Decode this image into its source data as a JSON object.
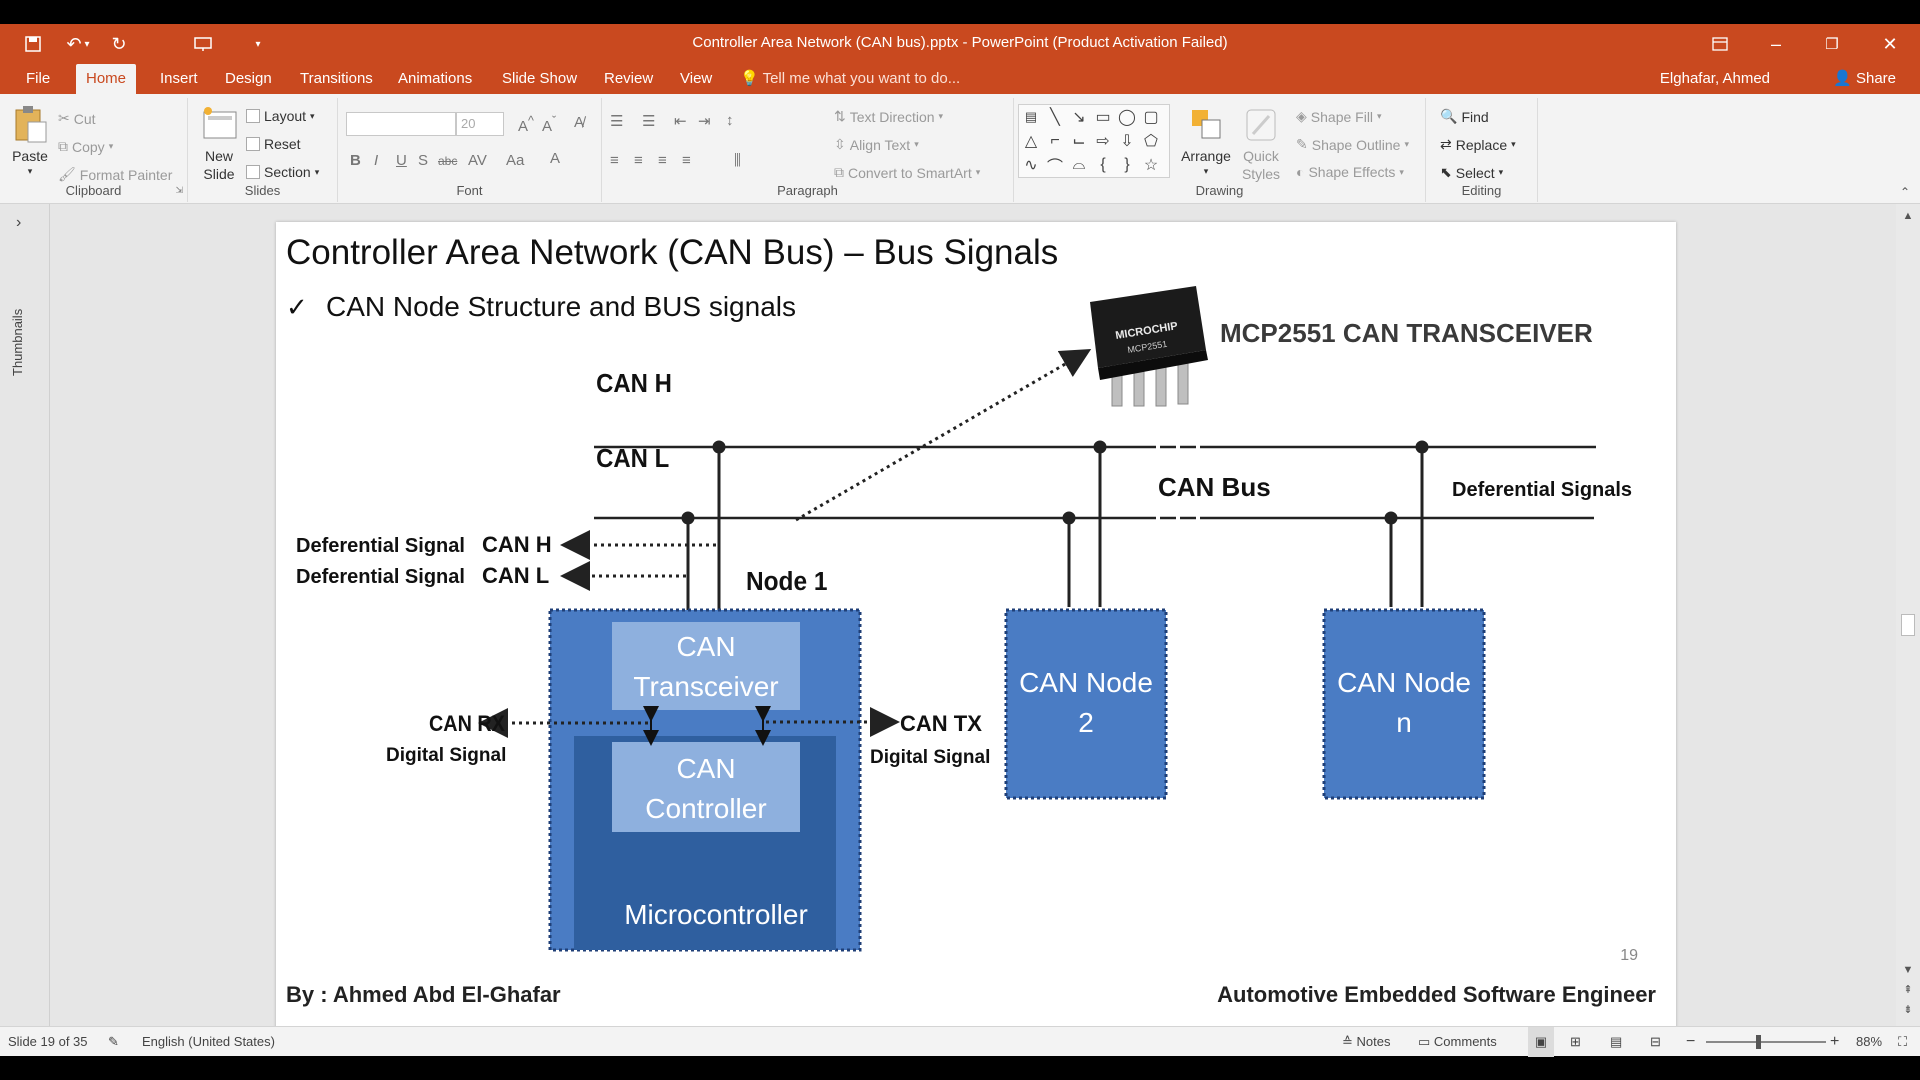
{
  "window": {
    "title": "Controller Area Network (CAN bus).pptx - PowerPoint (Product Activation Failed)"
  },
  "tabs": [
    "File",
    "Home",
    "Insert",
    "Design",
    "Transitions",
    "Animations",
    "Slide Show",
    "Review",
    "View"
  ],
  "active_tab": "Home",
  "tell_me": "Tell me what you want to do...",
  "user": "Elghafar, Ahmed",
  "share_label": "Share",
  "ribbon": {
    "clipboard": {
      "paste": "Paste",
      "cut": "Cut",
      "copy": "Copy",
      "format_painter": "Format Painter",
      "label": "Clipboard"
    },
    "slides": {
      "new_slide_1": "New",
      "new_slide_2": "Slide",
      "layout": "Layout",
      "reset": "Reset",
      "section": "Section",
      "label": "Slides"
    },
    "font": {
      "size": "20",
      "label": "Font"
    },
    "paragraph": {
      "text_direction": "Text Direction",
      "align_text": "Align Text",
      "convert_smartart": "Convert to SmartArt",
      "label": "Paragraph"
    },
    "drawing": {
      "arrange": "Arrange",
      "quick_styles_1": "Quick",
      "quick_styles_2": "Styles",
      "shape_fill": "Shape Fill",
      "shape_outline": "Shape Outline",
      "shape_effects": "Shape Effects",
      "label": "Drawing"
    },
    "editing": {
      "find": "Find",
      "replace": "Replace",
      "select": "Select",
      "label": "Editing"
    }
  },
  "rail": {
    "label": "Thumbnails"
  },
  "slide": {
    "title": "Controller Area Network (CAN Bus) – Bus Signals",
    "bullet": "CAN Node Structure and BUS signals",
    "chip_label": "MCP2551 CAN TRANSCEIVER",
    "chip_brand": "MICROCHIP",
    "chip_part": "MCP2551",
    "can_h": "CAN H",
    "can_l": "CAN L",
    "can_bus": "CAN Bus",
    "deferential_signals": "Deferential Signals",
    "diff_signal_1": "Deferential Signal",
    "diff_signal_2": "Deferential Signal",
    "can_h_small": "CAN H",
    "can_l_small": "CAN L",
    "node1": "Node 1",
    "transceiver_1": "CAN",
    "transceiver_2": "Transceiver",
    "controller_1": "CAN",
    "controller_2": "Controller",
    "microcontroller": "Microcontroller",
    "can_rx": "CAN RX",
    "can_tx": "CAN TX",
    "digital_signal_left": "Digital Signal",
    "digital_signal_right": "Digital Signal",
    "node2_1": "CAN Node",
    "node2_2": "2",
    "noden_1": "CAN Node",
    "noden_2": "n",
    "page_number": "19",
    "author": "By : Ahmed Abd El-Ghafar",
    "role": "Automotive Embedded Software Engineer"
  },
  "status": {
    "slide_count": "Slide 19 of 35",
    "language": "English (United States)",
    "notes": "Notes",
    "comments": "Comments",
    "zoom": "88%"
  },
  "colors": {
    "accent": "#c9491f",
    "node_blue": "#4a7cc4",
    "node_dark": "#3066b0",
    "inner_light": "#8eb0de"
  }
}
